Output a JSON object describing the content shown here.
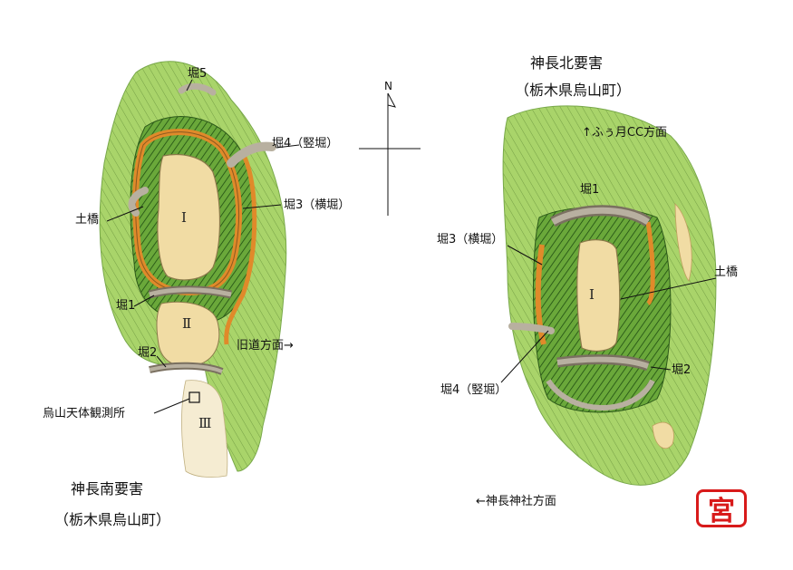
{
  "south": {
    "title": "神長南要害",
    "subtitle": "（栃木県烏山町）",
    "labels": {
      "hori5": "堀5",
      "hori4": "堀4（竪堀）",
      "hori3": "堀3（横堀）",
      "dobashi": "土橋",
      "hori1": "堀1",
      "hori2": "堀2",
      "kyudo": "旧道方面→",
      "observatory": "烏山天体観測所"
    },
    "baileys": [
      "Ⅰ",
      "Ⅱ",
      "Ⅲ"
    ]
  },
  "north": {
    "title": "神長北要害",
    "subtitle": "（栃木県烏山町）",
    "labels": {
      "fuzuki": "↑ふぅ月CC方面",
      "hori1": "堀1",
      "hori3": "堀3（横堀）",
      "dobashi": "土橋",
      "hori4": "堀4（竪堀）",
      "hori2": "堀2",
      "shrine": "←神長神社方面"
    },
    "baileys": [
      "Ⅰ"
    ]
  },
  "compass": {
    "label": "N"
  },
  "seal": {
    "glyph": "宮"
  },
  "colors": {
    "ridge": "#a9d46a",
    "ridge_dark": "#4f8f2a",
    "bailey": "#f1dca4",
    "moat": "#e08a2a",
    "moat_bed": "#b8b0a0",
    "seal": "#d81a1a"
  }
}
